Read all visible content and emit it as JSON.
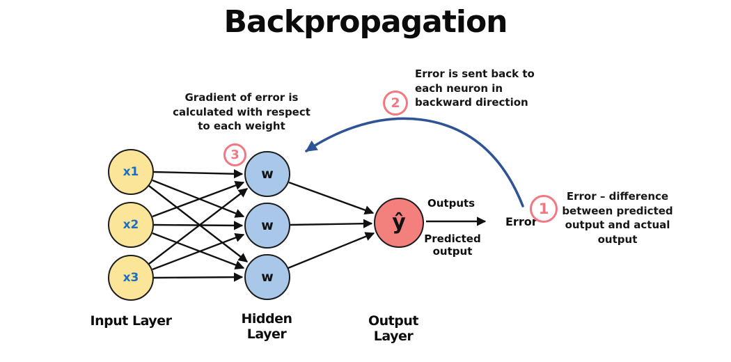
{
  "title": "Backpropagation",
  "colors": {
    "input_node_fill": "#fae598",
    "hidden_node_fill": "#a9c7e9",
    "output_node_fill": "#f4807d",
    "edge_color": "#111111",
    "feedback_arrow_color": "#2f5496",
    "badge_color": "#f4777f",
    "input_label_color": "#1b6ec2"
  },
  "layers": {
    "input": {
      "label": "Input Layer",
      "nodes": [
        "x1",
        "x2",
        "x3"
      ]
    },
    "hidden": {
      "label": "Hidden Layer",
      "nodes": [
        "w",
        "w",
        "w"
      ]
    },
    "output": {
      "label": "Output Layer",
      "nodes": [
        "ŷ"
      ]
    }
  },
  "flow": {
    "outputs_label": "Outputs",
    "predicted_label": "Predicted output",
    "error_label": "Error"
  },
  "annotations": [
    {
      "number": "1",
      "text": "Error – difference between predicted output and actual output"
    },
    {
      "number": "2",
      "text": "Error is sent back to each neuron in backward direction"
    },
    {
      "number": "3",
      "text": "Gradient of error is calculated with respect to each weight"
    }
  ]
}
